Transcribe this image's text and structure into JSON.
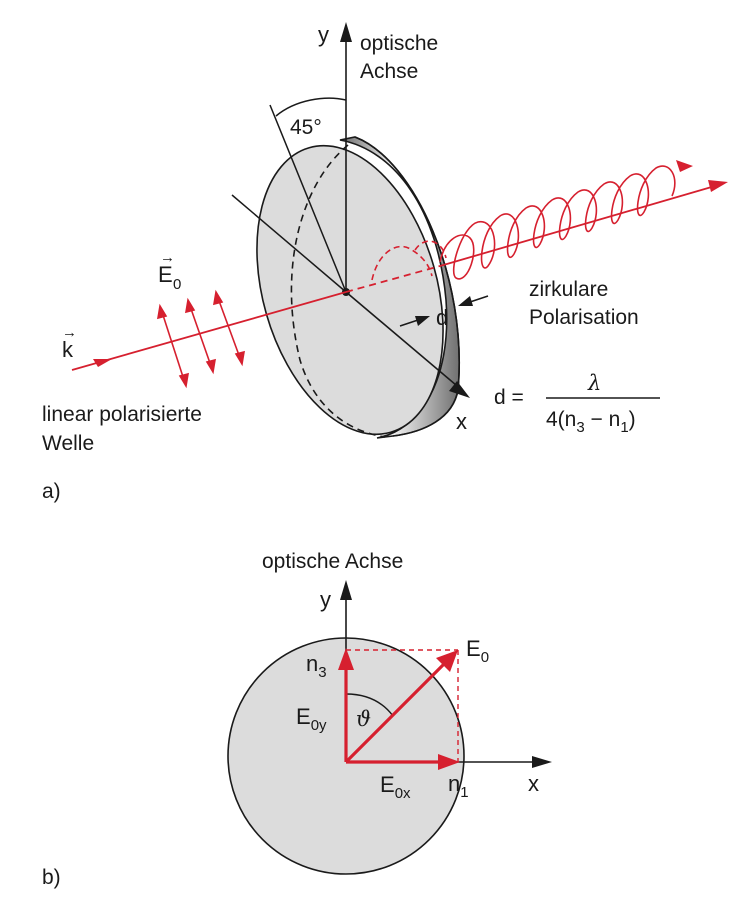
{
  "figure_a": {
    "panel_label": "a)",
    "y_axis_label": "y",
    "x_axis_label": "x",
    "optical_axis_line1": "optische",
    "optical_axis_line2": "Achse",
    "angle_label": "45°",
    "field_vector": "E",
    "field_vector_sub": "0",
    "wave_vector": "k",
    "thickness_label": "d",
    "circular_line1": "zirkulare",
    "circular_line2": "Polarisation",
    "linear_line1": "linear polarisierte",
    "linear_line2": "Welle",
    "formula": {
      "lhs": "d =",
      "numerator": "λ",
      "den_open": "4(n",
      "den_sub1": "3",
      "den_minus": " − n",
      "den_sub2": "1",
      "den_close": ")"
    }
  },
  "figure_b": {
    "panel_label": "b)",
    "title": "optische Achse",
    "y_axis_label": "y",
    "x_axis_label": "x",
    "e0": "E",
    "e0_sub": "0",
    "n3": "n",
    "n3_sub": "3",
    "n1": "n",
    "n1_sub": "1",
    "e0y": "E",
    "e0y_sub": "0y",
    "e0x": "E",
    "e0x_sub": "0x",
    "angle": "ϑ"
  },
  "colors": {
    "accent_red": "#d6202f",
    "plate_fill": "#dcdcdc",
    "ink": "#1a1a1a"
  }
}
